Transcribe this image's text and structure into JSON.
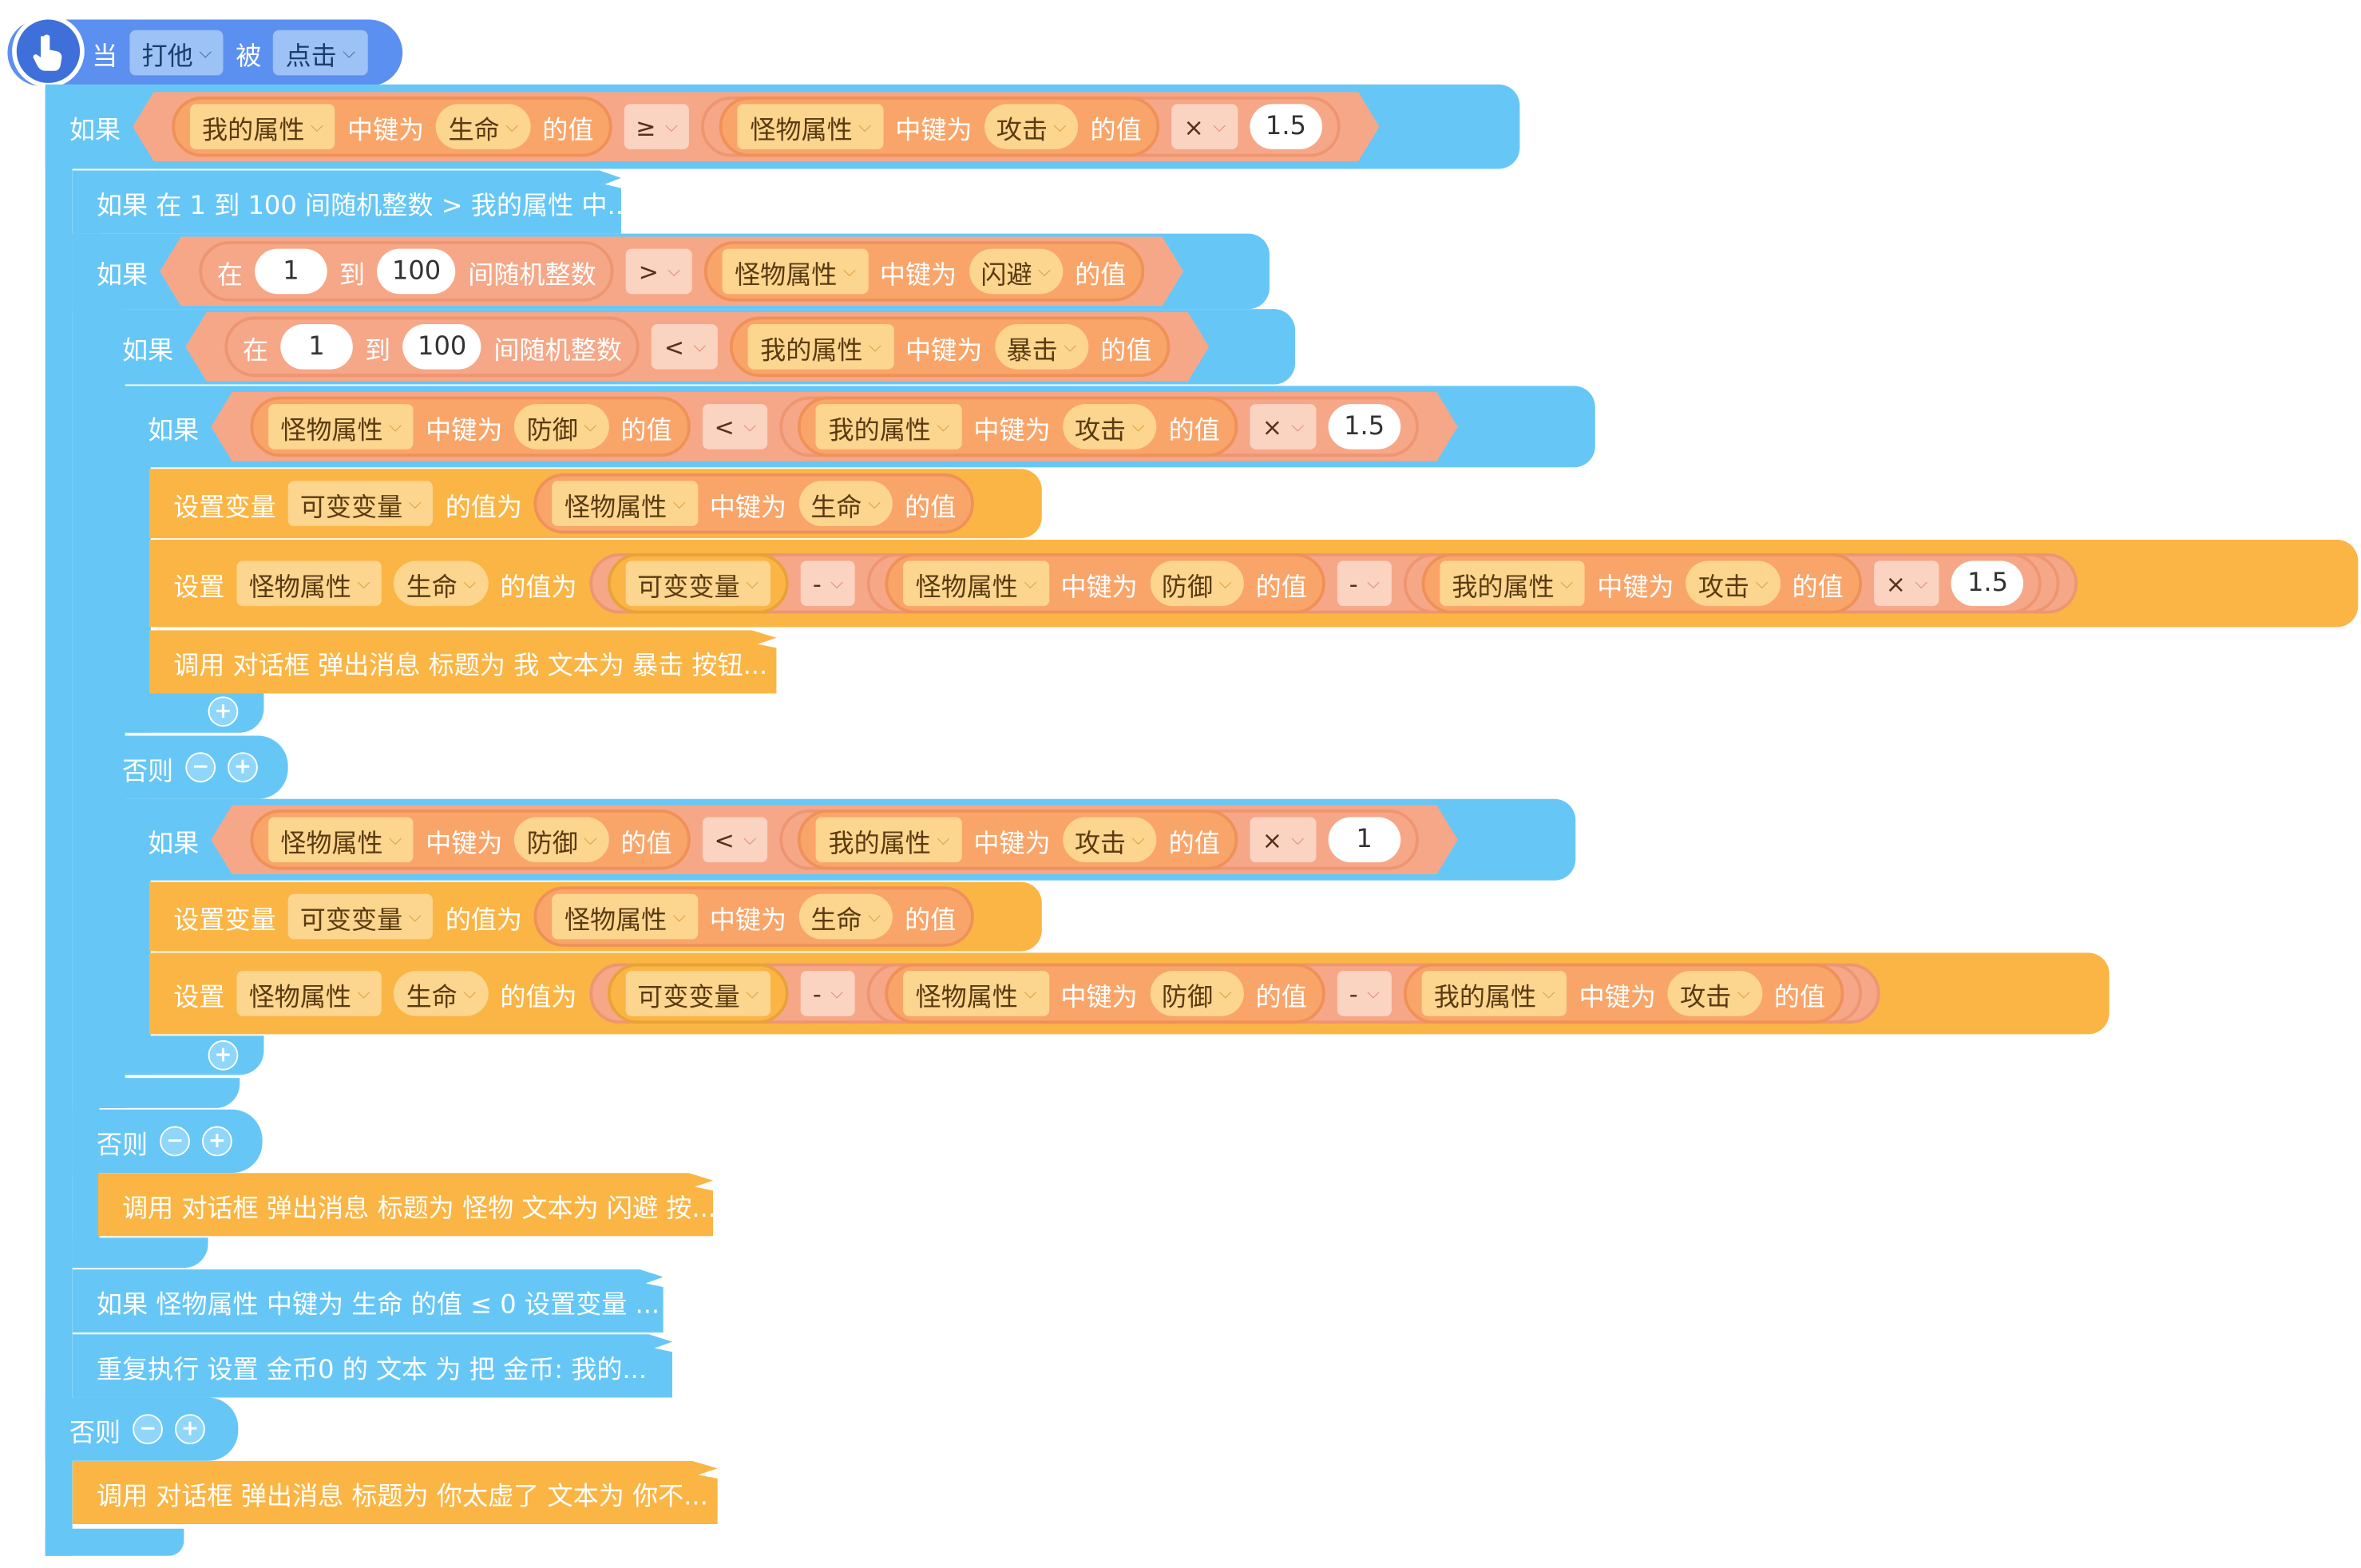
{
  "hat": {
    "when": "当",
    "target": "打他",
    "by": "被",
    "event": "点击"
  },
  "kw": {
    "if": "如果",
    "else": "否则",
    "key": "中键为",
    "val": "的值",
    "at": "在",
    "to": "到",
    "randint": "间随机整数",
    "setvar": "设置变量",
    "valfor": "的值为",
    "set": "设置"
  },
  "dd": {
    "my_attr": "我的属性",
    "mon_attr": "怪物属性",
    "var": "可变变量",
    "hp": "生命",
    "atk": "攻击",
    "dodge": "闪避",
    "crit": "暴击",
    "def": "防御"
  },
  "ops": {
    "ge": "≥",
    "gt": ">",
    "lt": "<",
    "mul": "×",
    "minus": "-"
  },
  "nums": {
    "r1_5": "1.5",
    "one": "1",
    "hundred": "100"
  },
  "collapsed": {
    "c1": "如果 在 1 到 100 间随机整数 > 我的属性 中...",
    "c2": "调用 对话框 弹出消息 标题为 我 文本为 暴击 按钮...",
    "c3": "调用 对话框 弹出消息 标题为 怪物 文本为 闪避 按...",
    "c4": "如果 怪物属性 中键为 生命 的值 ≤ 0 设置变量 ...",
    "c5": "重复执行 设置 金币0 的 文本 为 把 金币:  我的...",
    "c6": "调用 对话框 弹出消息 标题为 你太虚了 文本为 你不..."
  },
  "icons": {
    "hat": "pointer-hand-icon",
    "chevron": "chevron-down-icon",
    "minus": "minus-circle-icon",
    "plus": "plus-circle-icon"
  }
}
